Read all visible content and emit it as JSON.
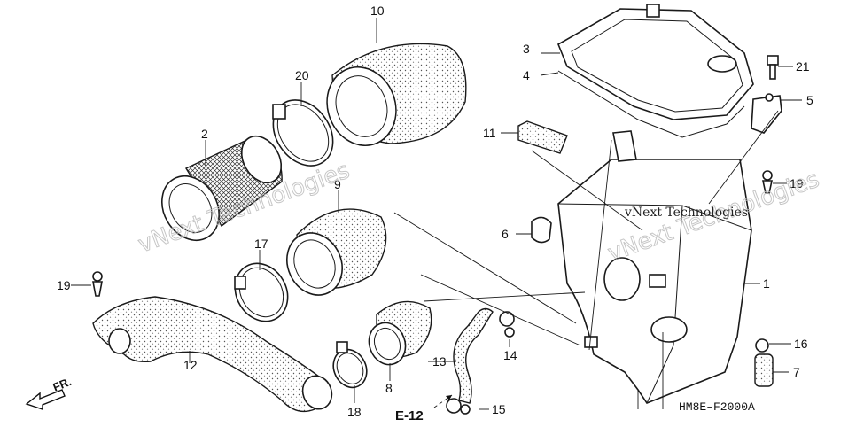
{
  "parts": [
    {
      "id": "p1",
      "label": "1"
    },
    {
      "id": "p2",
      "label": "2"
    },
    {
      "id": "p3",
      "label": "3"
    },
    {
      "id": "p4",
      "label": "4"
    },
    {
      "id": "p5",
      "label": "5"
    },
    {
      "id": "p6",
      "label": "6"
    },
    {
      "id": "p7",
      "label": "7"
    },
    {
      "id": "p8",
      "label": "8"
    },
    {
      "id": "p9",
      "label": "9"
    },
    {
      "id": "p10",
      "label": "10"
    },
    {
      "id": "p11",
      "label": "11"
    },
    {
      "id": "p12",
      "label": "12"
    },
    {
      "id": "p13",
      "label": "13"
    },
    {
      "id": "p14",
      "label": "14"
    },
    {
      "id": "p15",
      "label": "15"
    },
    {
      "id": "p16",
      "label": "16"
    },
    {
      "id": "p17",
      "label": "17"
    },
    {
      "id": "p18",
      "label": "18"
    },
    {
      "id": "p19a",
      "label": "19"
    },
    {
      "id": "p19b",
      "label": "19"
    },
    {
      "id": "p20",
      "label": "20"
    },
    {
      "id": "p21",
      "label": "21"
    }
  ],
  "reference": "E-12",
  "direction": "FR.",
  "diagram_code": "HM8E‒F2000A",
  "watermarks": [
    "vNext Technologies",
    "vNext Technologies",
    "vNext Technologies"
  ]
}
